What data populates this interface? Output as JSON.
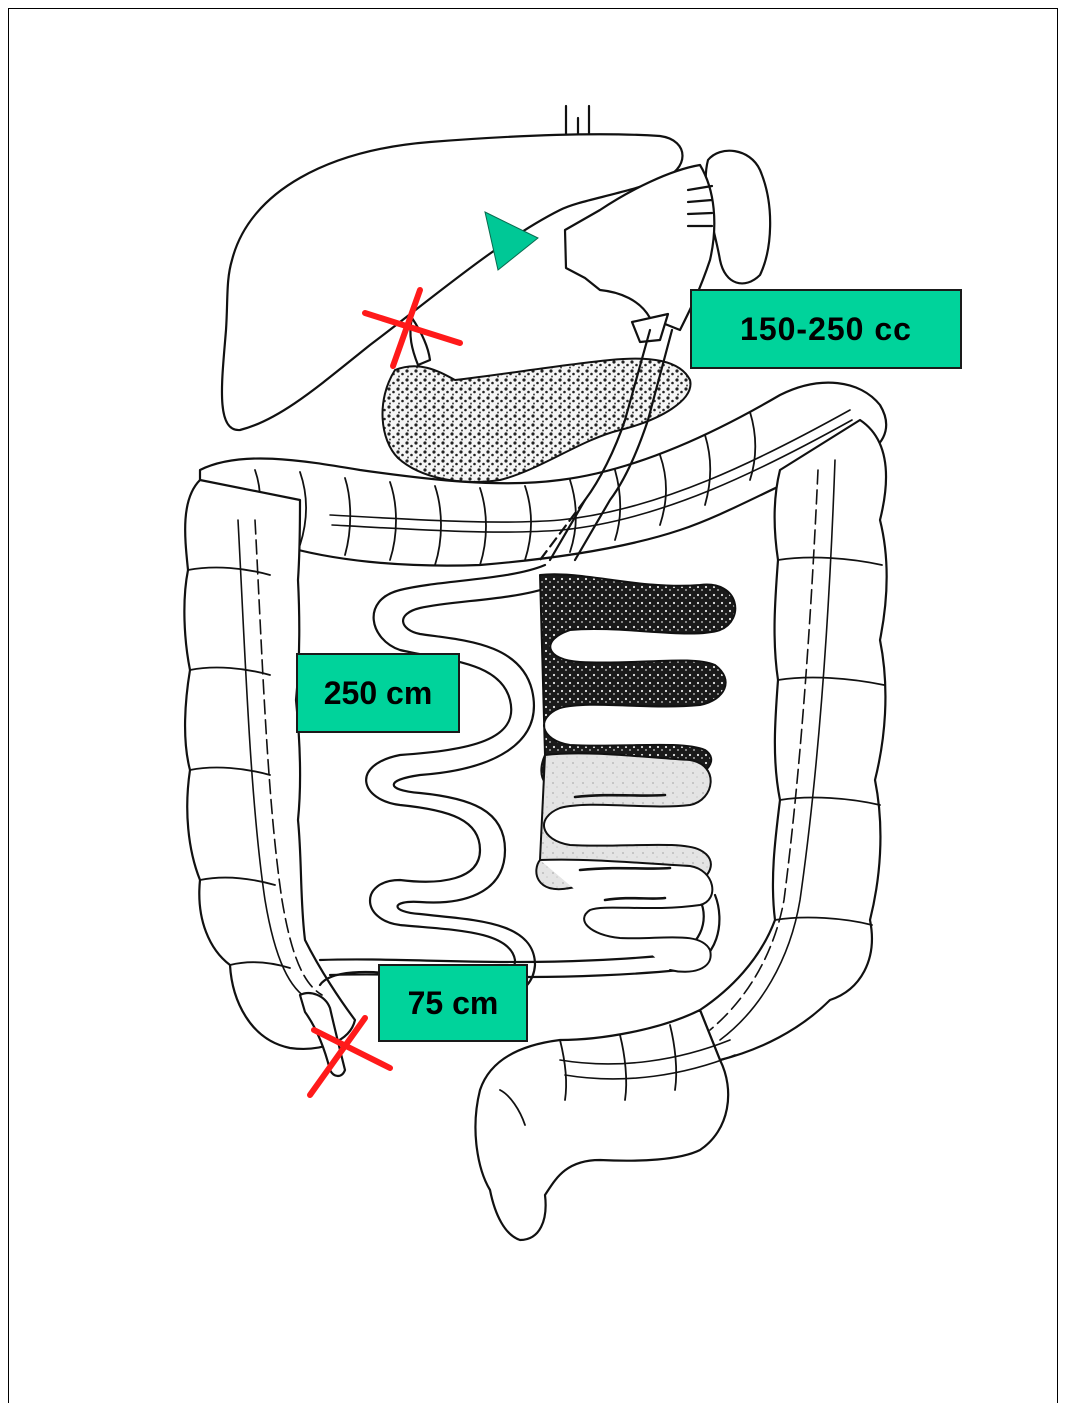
{
  "labels": {
    "volume": "150-250 cc",
    "small_bowel_length": "250 cm",
    "distal_length": "75 cm"
  },
  "colors": {
    "label_fill": "#00d39b",
    "marker_fill": "#00c896",
    "cross": "#ff1a1a",
    "ink": "#111111",
    "dark_texture": "#1a1a1a",
    "light_texture": "#d9d9d9"
  },
  "icons": {
    "triangle_marker": "green-triangle-icon",
    "cross_upper": "red-x-cross-icon",
    "cross_lower": "red-x-cross-icon"
  }
}
